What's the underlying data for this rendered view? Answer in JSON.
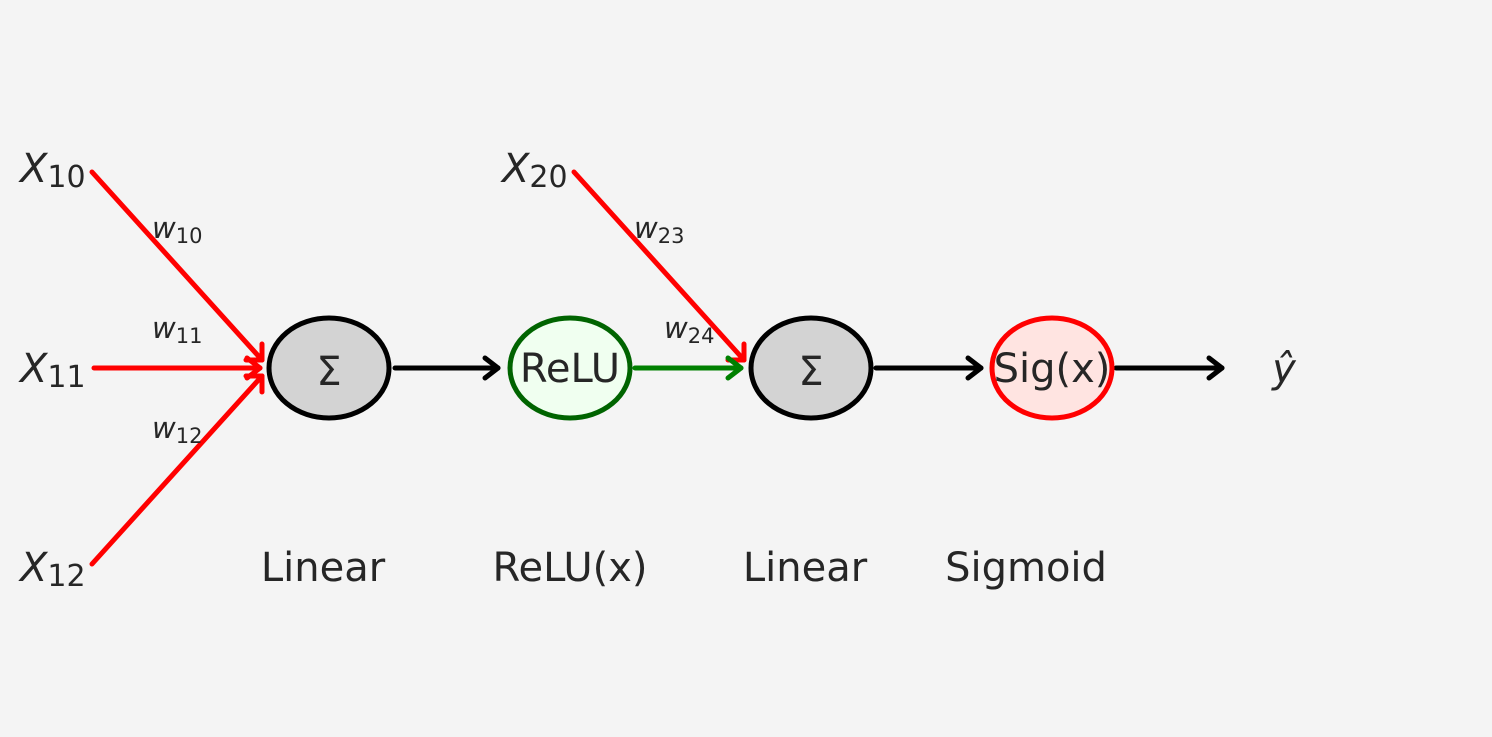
{
  "colors": {
    "background": "#f4f4f4",
    "input_edge": "#ff0000",
    "relu_edge": "#008000",
    "flow_edge": "#000000",
    "sum_fill": "#d3d3d3",
    "sum_stroke": "#000000",
    "relu_fill": "#f0fff0",
    "relu_stroke": "#006400",
    "sig_fill": "#ffe4e1",
    "sig_stroke": "#ff0000",
    "text": "#262626"
  },
  "inputs": [
    {
      "base": "X",
      "sub": "10"
    },
    {
      "base": "X",
      "sub": "11"
    },
    {
      "base": "X",
      "sub": "12"
    },
    {
      "base": "X",
      "sub": "20"
    }
  ],
  "weights": [
    {
      "base": "w",
      "sub": "10"
    },
    {
      "base": "w",
      "sub": "11"
    },
    {
      "base": "w",
      "sub": "12"
    },
    {
      "base": "w",
      "sub": "23"
    },
    {
      "base": "w",
      "sub": "24"
    }
  ],
  "nodes": {
    "sum1": "Σ",
    "relu": "ReLU",
    "sum2": "Σ",
    "sigmoid": "Sig(x)"
  },
  "layers": {
    "linear1": "Linear",
    "relu": "ReLU(x)",
    "linear2": "Linear",
    "sigmoid": "Sigmoid"
  },
  "output": "ŷ"
}
